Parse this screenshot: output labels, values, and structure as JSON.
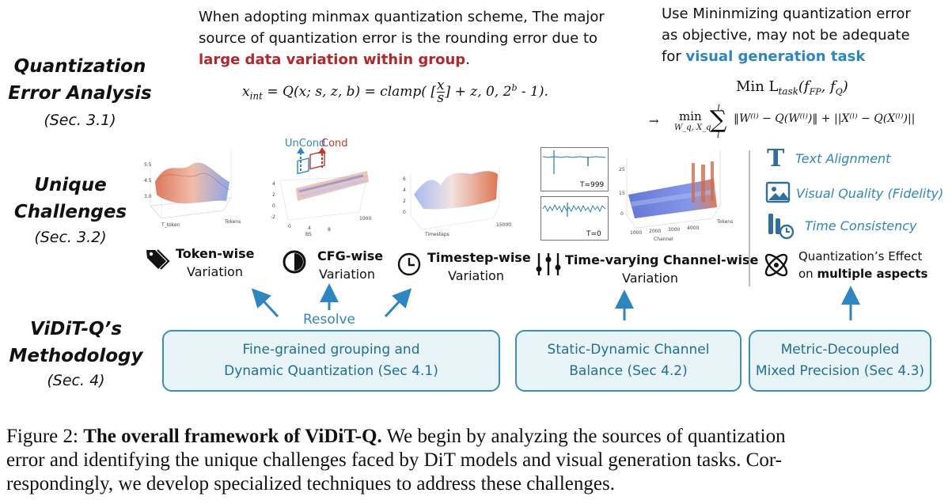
{
  "sections": {
    "analysis": {
      "title_line1": "Quantization",
      "title_line2": "Error Analysis",
      "ref": "(Sec. 3.1)"
    },
    "challenges": {
      "title_line1": "Unique",
      "title_line2": "Challenges",
      "ref": "(Sec. 3.2)"
    },
    "methodology": {
      "title_line1": "ViDiT-Q’s",
      "title_line2": "Methodology",
      "ref": "(Sec. 4)"
    }
  },
  "analysis": {
    "left_text": {
      "line1": "When adopting minmax quantization scheme, The major",
      "line2": "source of quantization error is the rounding error due to",
      "highlight": "large data variation within group",
      "tail": "."
    },
    "formula": {
      "lhs": "x",
      "lhs_sub": "int",
      "eq": " = Q(x; s, z, b) = clamp( [",
      "frac_num": "x",
      "frac_den": "s",
      "rest_pre": "] + z, 0, 2",
      "exp": "b",
      "rest_post": " - 1)."
    },
    "right_text": {
      "line1": "Use Mininmizing quantization error",
      "line2": "as objective, may not be adequate",
      "line3_pre": "for ",
      "highlight": "visual generation task"
    },
    "objective": {
      "text": "Min L",
      "sub": "task",
      "args": "(f",
      "a1": "FP",
      "sep": ", f",
      "a2": "Q",
      "close": ")"
    },
    "argmin": {
      "arrow": "→",
      "min": "min",
      "min_sub": "W_q, X_q",
      "sum_top": "L",
      "sum_bot": "l",
      "body": "‖W⁽ˡ⁾ − Q(W⁽ˡ⁾)‖ + ||X⁽ˡ⁾ − Q(X⁽ˡ⁾)||"
    }
  },
  "challenges": [
    {
      "title": "Token-wise",
      "sub": "Variation",
      "icon": "tags-icon"
    },
    {
      "title": "CFG-wise",
      "sub": "Variation",
      "icon": "half-circle-icon"
    },
    {
      "title": "Timestep-wise",
      "sub": "Variation",
      "icon": "clock-icon"
    },
    {
      "title": "Time-varying Channel-wise",
      "sub": "Variation",
      "icon": "sliders-icon"
    }
  ],
  "plots": {
    "cfg_labels": {
      "uncond": "UnCond",
      "cond": "Cond"
    },
    "channel_labels": {
      "t1": "T=999",
      "t2": "T=0"
    },
    "axis_labels": {
      "token": "T_token",
      "bs": "BS",
      "timesteps": "Timesteps",
      "channel": "Channel",
      "tokens": "Tokens"
    }
  },
  "aspects": [
    {
      "label": "Text Alignment",
      "icon": "text-t-icon"
    },
    {
      "label": "Visual Quality (Fidelity)",
      "icon": "image-icon"
    },
    {
      "label": "Time Consistency",
      "icon": "time-consistency-icon"
    }
  ],
  "effect": {
    "line1": "Quantization’s Effect",
    "line2_pre": "on ",
    "line2_bold": "multiple aspects",
    "icon": "atom-icon"
  },
  "resolve": "Resolve",
  "methods": [
    {
      "line1": "Fine-grained grouping and",
      "line2": "Dynamic Quantization (Sec 4.1)"
    },
    {
      "line1": "Static-Dynamic Channel",
      "line2": "Balance (Sec 4.2)"
    },
    {
      "line1": "Metric-Decoupled",
      "line2": "Mixed Precision (Sec 4.3)"
    }
  ],
  "caption": {
    "prefix": "Figure 2: ",
    "bold": "The overall framework of ViDiT-Q.",
    "line1_rest": " We begin by analyzing the sources of quantization",
    "line2": "error and identifying the unique challenges faced by DiT models and visual generation tasks. Cor-",
    "line3": "respondingly, we develop specialized techniques to address these challenges."
  },
  "colors": {
    "accent_blue": "#2e86c1",
    "highlight_red": "#b3262a",
    "box_fill": "#e8f4f8",
    "box_border": "#3a8fb7"
  }
}
